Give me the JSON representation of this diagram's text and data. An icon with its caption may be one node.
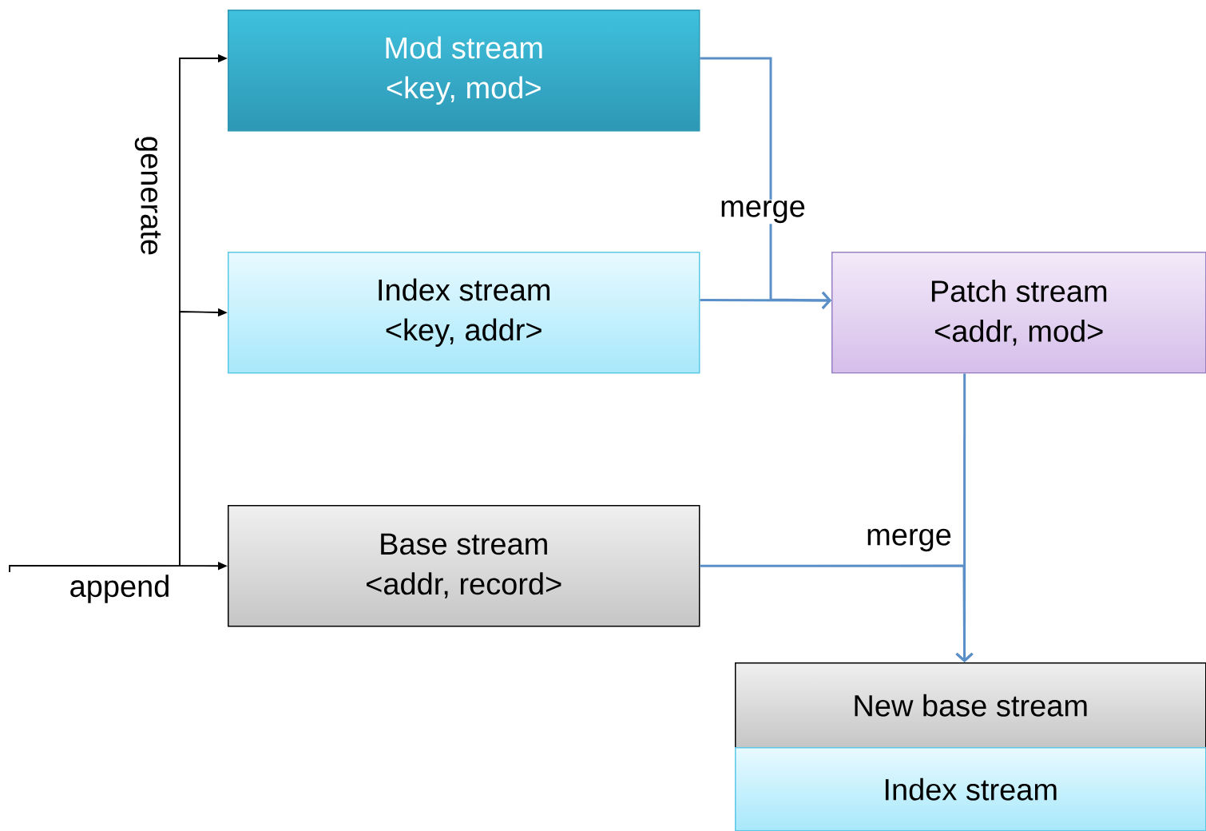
{
  "diagram": {
    "nodes": [
      {
        "text": [
          "Mod stream",
          "<key, mod>"
        ]
      },
      {
        "text": [
          "Index stream",
          "<key, addr>"
        ]
      },
      {
        "text": [
          "Patch stream",
          "<addr, mod>"
        ]
      },
      {
        "text": [
          "Base stream",
          "<addr, record>"
        ]
      },
      {
        "text": [
          "New base stream"
        ]
      },
      {
        "text": [
          "Index stream"
        ]
      }
    ],
    "edges": [
      {
        "from": null,
        "to": 3,
        "arrow": "to",
        "label": "append",
        "color": "#000000"
      },
      {
        "from": null,
        "to": 0,
        "arrow": "to",
        "label": "generate",
        "color": "#000000"
      },
      {
        "from": null,
        "to": 1,
        "arrow": "to",
        "color": "#000000"
      },
      {
        "from": 0,
        "to": 2,
        "arrow": "to",
        "label": "merge"
      },
      {
        "from": 1,
        "to": 2,
        "arrow": "to"
      },
      {
        "from": 2,
        "to": 4,
        "arrow": "to"
      },
      {
        "from": 3,
        "to": 4,
        "arrow": "to",
        "label": "merge"
      }
    ]
  }
}
